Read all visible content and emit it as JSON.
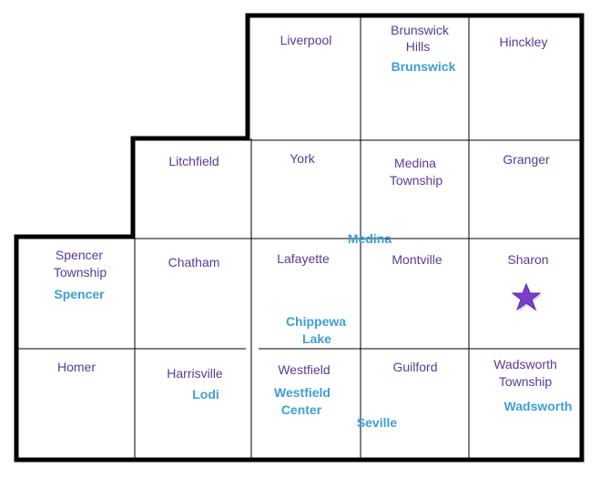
{
  "colors": {
    "township_text": "#5b3a96",
    "village_text": "#3f9fd3",
    "outline": "#000000",
    "inner_grid": "#000000",
    "star": "#7b3fd0"
  },
  "townships": {
    "liverpool": "Liverpool",
    "brunswick_hills_1": "Brunswick",
    "brunswick_hills_2": "Hills",
    "hinckley": "Hinckley",
    "litchfield": "Litchfield",
    "york": "York",
    "medina_township_1": "Medina",
    "medina_township_2": "Township",
    "granger": "Granger",
    "spencer_township_1": "Spencer",
    "spencer_township_2": "Township",
    "chatham": "Chatham",
    "lafayette": "Lafayette",
    "montville": "Montville",
    "sharon": "Sharon",
    "homer": "Homer",
    "harrisville": "Harrisville",
    "westfield": "Westfield",
    "guilford": "Guilford",
    "wadsworth_township_1": "Wadsworth",
    "wadsworth_township_2": "Township"
  },
  "places": {
    "brunswick": "Brunswick",
    "medina": "Medina",
    "spencer": "Spencer",
    "chippewa_lake_1": "Chippewa",
    "chippewa_lake_2": "Lake",
    "lodi": "Lodi",
    "westfield_center_1": "Westfield",
    "westfield_center_2": "Center",
    "seville": "Seville",
    "wadsworth": "Wadsworth"
  },
  "marker": {
    "icon": "star-icon",
    "location": "Sharon"
  }
}
